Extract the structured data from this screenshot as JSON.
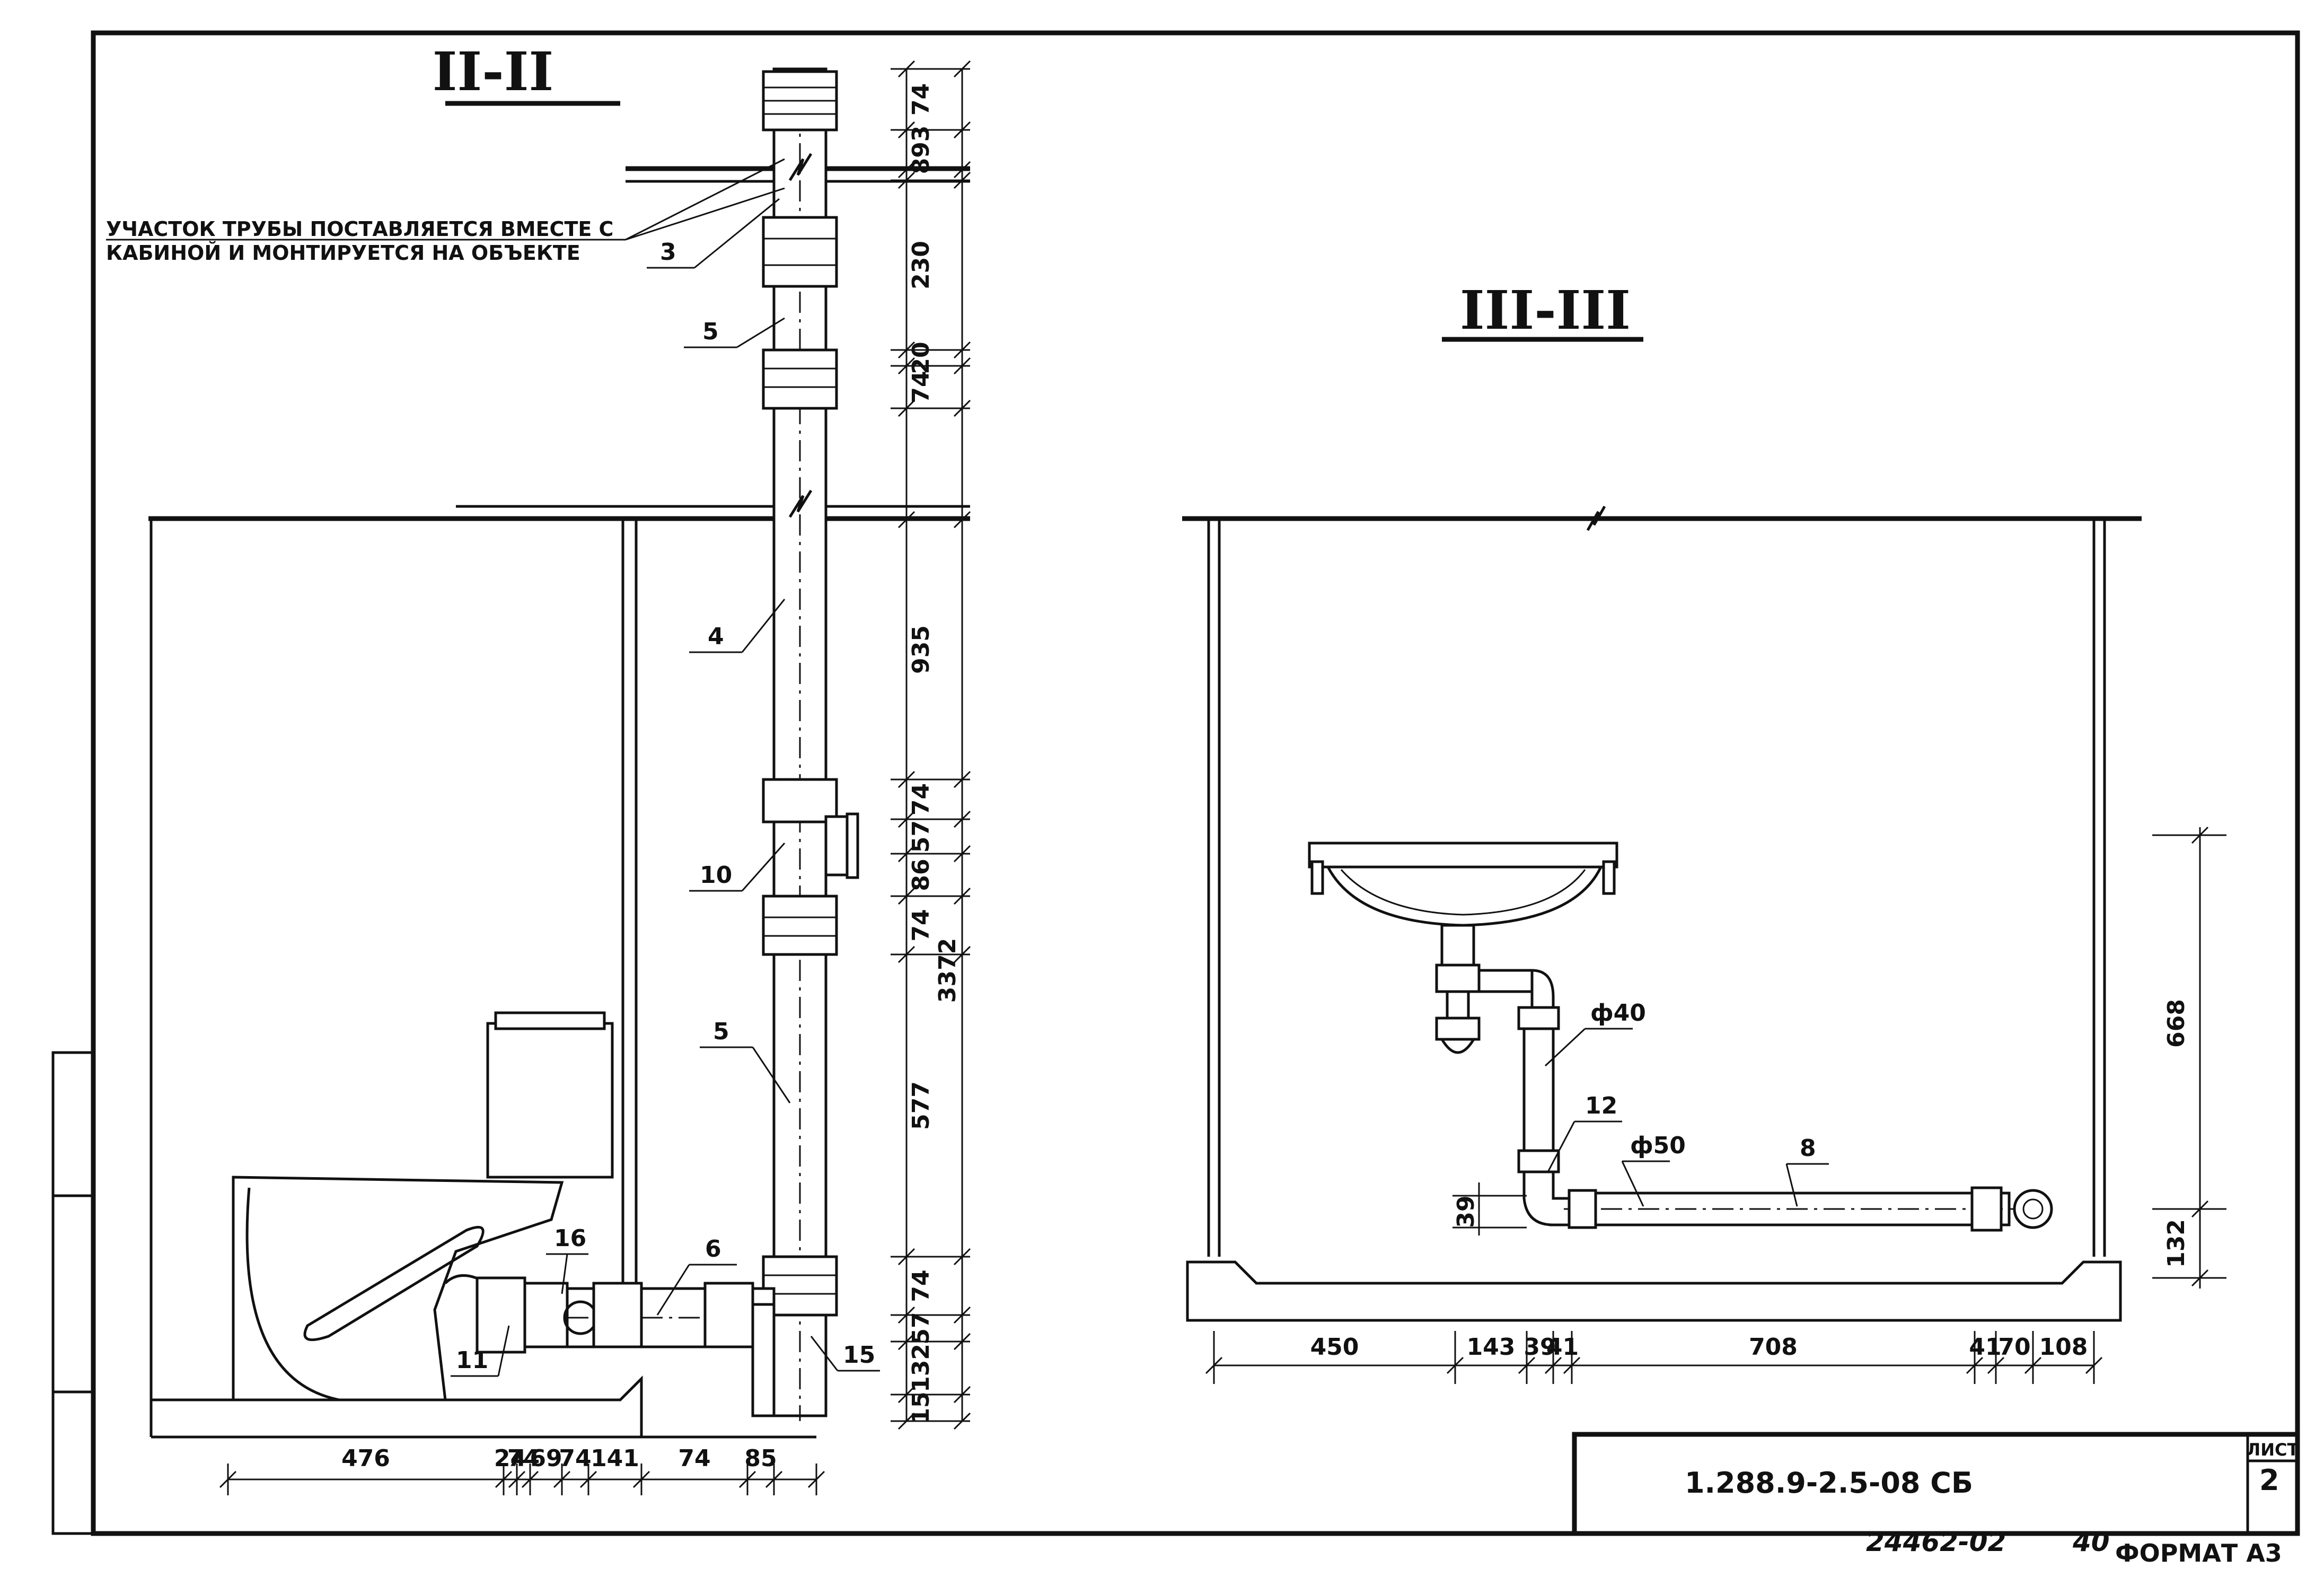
{
  "section_left": {
    "title": "II-II",
    "note_line1": "УЧАСТОК ТРУБЫ ПОСТАВЛЯЕТСЯ ВМЕСТЕ С",
    "note_line2": "КАБИНОЙ И МОНТИРУЕТСЯ НА ОБЪЕКТЕ",
    "labels": [
      "3",
      "5",
      "4",
      "10",
      "5",
      "6",
      "16",
      "11",
      "15"
    ],
    "dims_vertical": [
      "74",
      "893",
      "230",
      "20",
      "74",
      "935",
      "74",
      "57",
      "3372",
      "86",
      "74",
      "577",
      "74",
      "57",
      "132",
      "15"
    ],
    "dims_horizontal": [
      "476",
      "24",
      "74",
      "69",
      "74",
      "141",
      "74",
      "85"
    ]
  },
  "section_right": {
    "title": "III-III",
    "labels": [
      "ф40",
      "12",
      "ф50",
      "8"
    ],
    "dims_vertical": [
      "668",
      "39",
      "132"
    ],
    "dims_horizontal": [
      "450",
      "143",
      "39",
      "41",
      "708",
      "41",
      "70",
      "108"
    ]
  },
  "title_block": {
    "code": "1.288.9-2.5-08 СБ",
    "sheet_label": "ЛИСТ",
    "sheet_number": "2"
  },
  "footer": {
    "archive_number": "24462-02",
    "page": "40",
    "format": "ФОРМАТ А3"
  }
}
